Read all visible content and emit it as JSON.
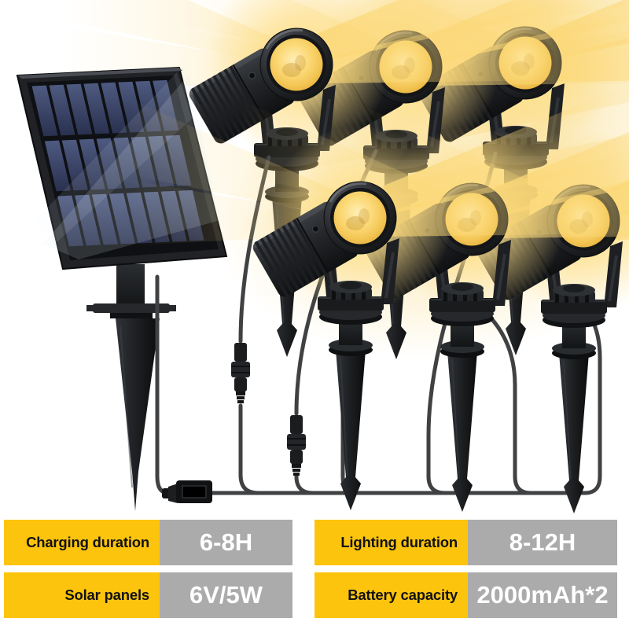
{
  "scene": {
    "spotlight_count": 6,
    "components": {
      "solar_panel": "solar-panel-on-ground-stake",
      "spotlights": "six-warm-led-spike-spotlights",
      "cabling": "daisy-chain-cables-with-inline-connectors-and-usb-plug"
    }
  },
  "colors": {
    "accent_yellow": "#FDC40D",
    "value_gray": "#ABABAB",
    "glow_warm": "#F8D97E",
    "lens_yellow": "#FBD977",
    "hardware_black": "#1C1E21",
    "background": "#FFFFFF"
  },
  "spec_table": {
    "cells": [
      {
        "label": "Charging duration",
        "value": "6-8H"
      },
      {
        "label": "Lighting duration",
        "value": "8-12H"
      },
      {
        "label": "Solar panels",
        "value": "6V/5W"
      },
      {
        "label": "Battery capacity",
        "value": "2000mAh*2"
      }
    ]
  }
}
